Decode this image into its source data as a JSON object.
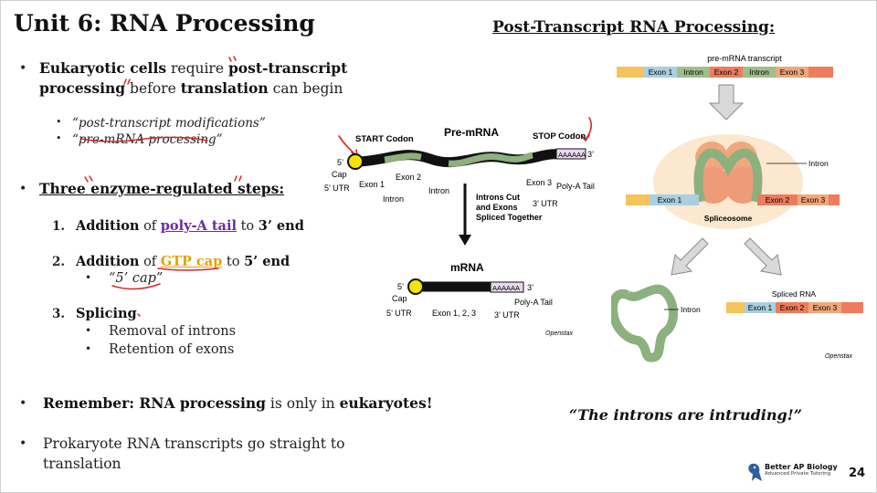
{
  "slide_title": "Unit 6: RNA Processing",
  "right_title": "Post-Transcript RNA Processing:",
  "bullets": {
    "b1_a": "Eukaryotic cells",
    "b1_b": " require ",
    "b1_c": "post-transcript",
    "b1_d": "processing",
    "b1_e": " before ",
    "b1_f": "translation",
    "b1_g": " can begin",
    "sub1": "“post-transcript modifications”",
    "sub2": "“pre-mRNA processing”",
    "b2": "Three enzyme-regulated steps:",
    "step1_num": "1.",
    "step1_a": "Addition",
    "step1_b": " of ",
    "step1_c": "poly-A tail",
    "step1_d": " to ",
    "step1_e": "3’ end",
    "step2_num": "2.",
    "step2_a": "Addition",
    "step2_b": " of ",
    "step2_c": "GTP cap",
    "step2_d": " to ",
    "step2_e": "5’ end",
    "step2_sub": "“5’ cap”",
    "step3_num": "3.",
    "step3_a": "Splicing",
    "step3_sub1": "Removal of introns",
    "step3_sub2": "Retention of exons",
    "b3_a": "Remember:",
    "b3_b": " RNA processing",
    "b3_c": " is only in ",
    "b3_d": "eukaryotes!",
    "b4_line1": "Prokaryote RNA transcripts go straight to",
    "b4_line2": "translation"
  },
  "bullet_glyph": "•",
  "premrna_diagram": {
    "title": "Pre-mRNA",
    "start_codon": "START Codon",
    "stop_codon": "STOP Codon",
    "five_prime": "5’",
    "three_prime": "3’",
    "cap": "Cap",
    "five_utr": "5’ UTR",
    "three_utr": "3’ UTR",
    "exon1": "Exon 1",
    "exon2": "Exon 2",
    "exon3": "Exon 3",
    "intron_a": "Intron",
    "intron_b": "Intron",
    "polya_tail": "Poly-A Tail",
    "polya_seq": "AAAAAA",
    "arrow_line1": "Introns Cut",
    "arrow_line2": "and Exons",
    "arrow_line3": "Spliced Together",
    "mrna_title": "mRNA",
    "mrna_exons": "Exon 1, 2, 3",
    "source": "Openstax"
  },
  "splicing_diagram": {
    "pre_label": "pre-mRNA transcript",
    "exon1": "Exon 1",
    "intron1": "Intron",
    "exon2": "Exon 2",
    "intron2": "Intron",
    "exon3": "Exon 3",
    "intron_label": "Intron",
    "spliceosome": "Spliceosome",
    "freed_intron": "Intron",
    "spliced_label": "Spliced RNA",
    "source": "Openstax"
  },
  "quote": "“The introns are intruding!”",
  "footer": {
    "brand_line1": "Better AP Biology",
    "brand_line2": "Advanced Private Tutoring",
    "page_number": "24"
  },
  "colors": {
    "exon1": "#a9cfe0",
    "intron": "#9dbf8c",
    "exon2": "#ee7b5c",
    "exon3": "#f0a77c",
    "cap_end": "#f6c35a",
    "spliceosome_bg": "#fce7cf",
    "green_rna": "#8cb07e",
    "purple": "#6b2ca0",
    "gold": "#e0a400",
    "annotation_red": "#d8252b"
  }
}
